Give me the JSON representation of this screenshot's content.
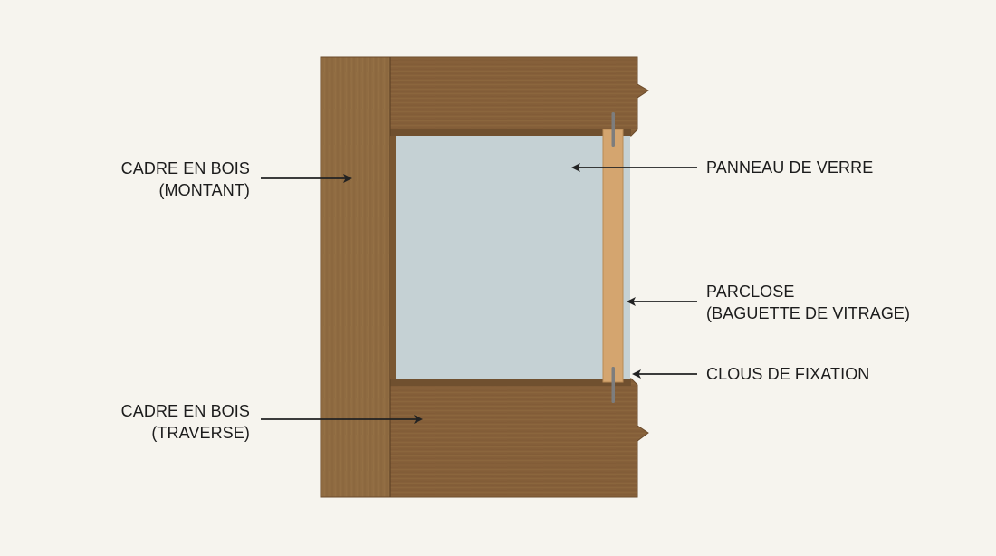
{
  "diagram": {
    "type": "cross-section",
    "subject": "wooden window frame with glass pane and glazing bead",
    "colors": {
      "background": "#f6f4ee",
      "wood_stile": "#8e6a40",
      "wood_rail": "#86603a",
      "wood_edge_dark": "#6b4a2a",
      "glass": "#c5d1d4",
      "glazing_bead": "#d4a56f",
      "nail": "#7f7f7f",
      "arrow": "#222222"
    },
    "labels": {
      "stile": {
        "line1": "CADRE EN BOIS",
        "line2": "(MONTANT)"
      },
      "rail": {
        "line1": "CADRE EN BOIS",
        "line2": "(TRAVERSE)"
      },
      "glass": {
        "line1": "PANNEAU DE VERRE"
      },
      "bead": {
        "line1": "PARCLOSE",
        "line2": "(BAGUETTE DE VITRAGE)"
      },
      "nails": {
        "line1": "CLOUS DE FIXATION"
      }
    }
  }
}
